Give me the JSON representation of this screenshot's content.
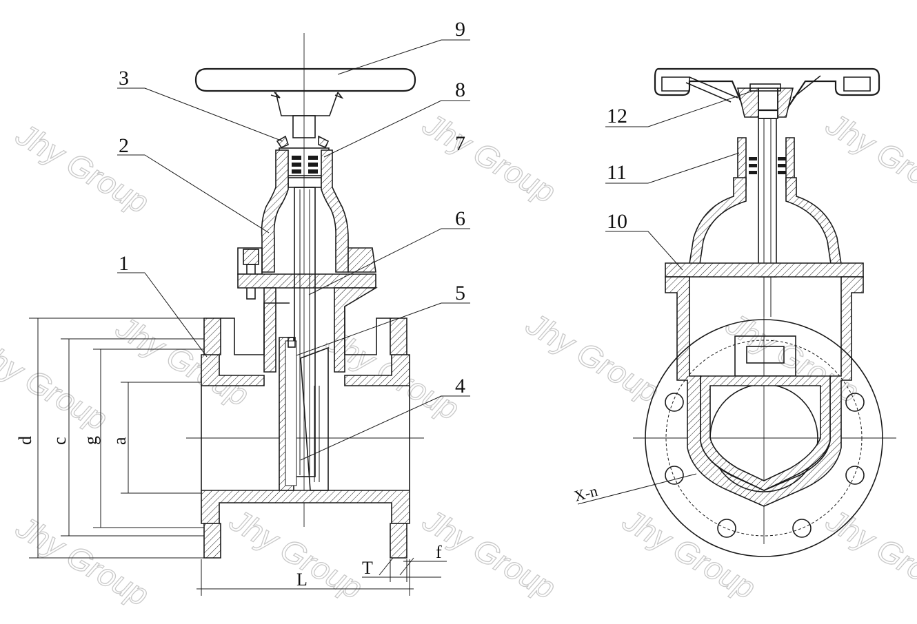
{
  "part_labels": [
    "1",
    "2",
    "3",
    "4",
    "5",
    "6",
    "7",
    "8",
    "9",
    "10",
    "11",
    "12"
  ],
  "dimension_labels": {
    "d": "d",
    "c": "c",
    "g": "g",
    "a": "a",
    "L": "L",
    "T": "T",
    "f": "f",
    "xn": "X-n"
  },
  "watermark": "Jhy Group"
}
